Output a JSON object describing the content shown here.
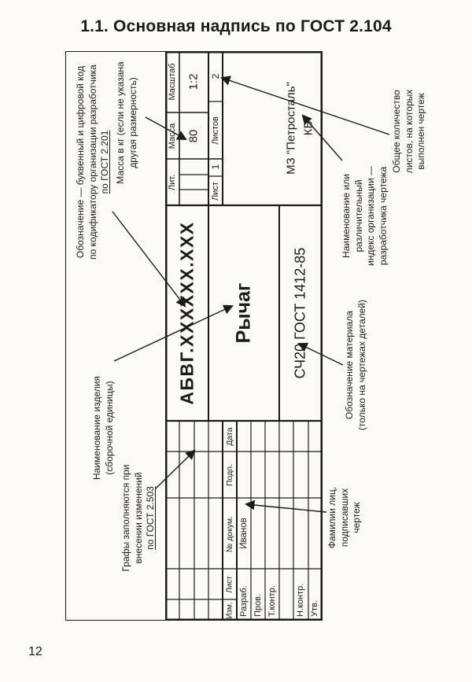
{
  "page": {
    "title": "1.1. Основная надпись по ГОСТ 2.104",
    "page_number": "12"
  },
  "title_block": {
    "designation": "АБВГ.ХХХХХХ.ХХХ",
    "product_name": "Рычаг",
    "material": "СЧ20 ГОСТ 1412-85",
    "organization_line1": "МЗ \"Петросталь\"",
    "organization_line2": "КБ",
    "headers": {
      "lit": "Лит.",
      "massa": "Масса",
      "masshtab": "Масштаб",
      "izm": "Изм.",
      "list": "Лист",
      "n_dokum": "№ докум.",
      "podp": "Подп.",
      "data": "Дата",
      "list_single": "Лист",
      "listov": "Листов"
    },
    "values": {
      "massa": "80",
      "masshtab": "1:2",
      "list": "1",
      "listov": "2"
    },
    "roles": [
      {
        "label": "Разраб.",
        "name": "Иванов"
      },
      {
        "label": "Пров.",
        "name": ""
      },
      {
        "label": "Т.контр.",
        "name": ""
      },
      {
        "label": "Н.контр.",
        "name": ""
      },
      {
        "label": "Утв.",
        "name": ""
      }
    ]
  },
  "annotations": [
    {
      "lines": [
        "Обозначение — буквенный и цифровой код",
        "по кодификатору организации разработчика",
        "по ГОСТ 2.201"
      ]
    },
    {
      "lines": [
        "Масса в кг (если не указана",
        "другая размерность)"
      ]
    },
    {
      "lines": [
        "Наименование изделия",
        "(сборочной единицы)"
      ]
    },
    {
      "lines": [
        "Графы заполняются при",
        "внесении изменений",
        "по ГОСТ 2.503"
      ]
    },
    {
      "lines": [
        "Общее количество",
        "листов, на которых",
        "выполнен чертеж"
      ]
    },
    {
      "lines": [
        "Наименование или",
        "различительный",
        "индекс организации —",
        "разработчика чертежа"
      ]
    },
    {
      "lines": [
        "Обозначение материала",
        "(только на чертежах деталей)"
      ]
    },
    {
      "lines": [
        "Фамилии лиц,",
        "подписавших",
        "чертеж"
      ]
    }
  ]
}
